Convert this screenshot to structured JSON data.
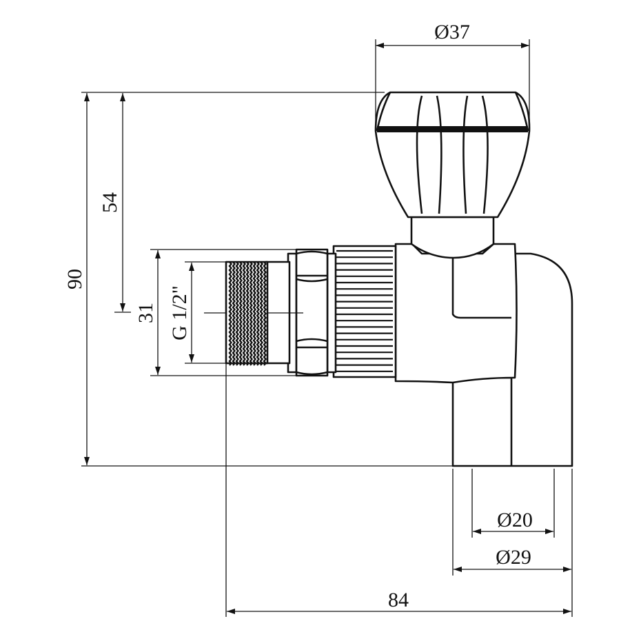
{
  "dimensions": {
    "knob_diameter": "Ø37",
    "total_height": "90",
    "axis_height": "54",
    "thread_size": "31",
    "thread_label": "G 1/2\"",
    "socket_inner_diameter": "Ø20",
    "socket_outer_diameter": "Ø29",
    "total_length": "84"
  },
  "colors": {
    "line": "#111111",
    "background": "#ffffff"
  }
}
